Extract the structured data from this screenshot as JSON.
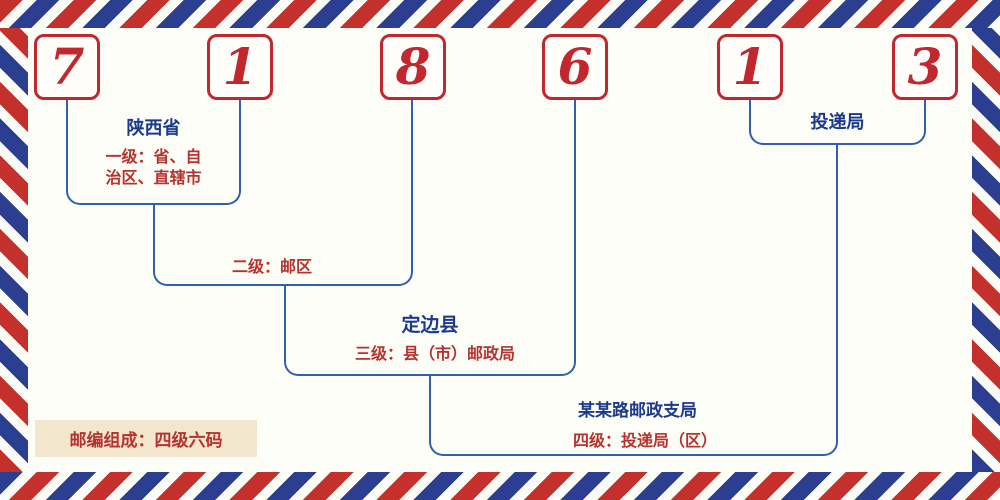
{
  "postal": {
    "digits": [
      "7",
      "1",
      "8",
      "6",
      "1",
      "3"
    ]
  },
  "labels": {
    "level1_name": "陕西省",
    "level1_desc_line1": "一级：省、自",
    "level1_desc_line2": "治区、直辖市",
    "level2_desc": "二级：邮区",
    "level3_name": "定边县",
    "level3_desc": "三级：县（市）邮政局",
    "level4_branch": "某某路邮政支局",
    "level4_desc": "四级：投递局（区）",
    "delivery_office": "投递局",
    "composition": "邮编组成：四级六码"
  },
  "colors": {
    "digit_red": "#c1272d",
    "line_blue": "#2f5fae",
    "label_navy": "#1c3a8c",
    "desc_red": "#b5332f",
    "badge_bg": "#f2e7cd",
    "stripe_red": "#c4302b",
    "stripe_blue": "#2c3e8f",
    "background": "#fdfdf7"
  }
}
